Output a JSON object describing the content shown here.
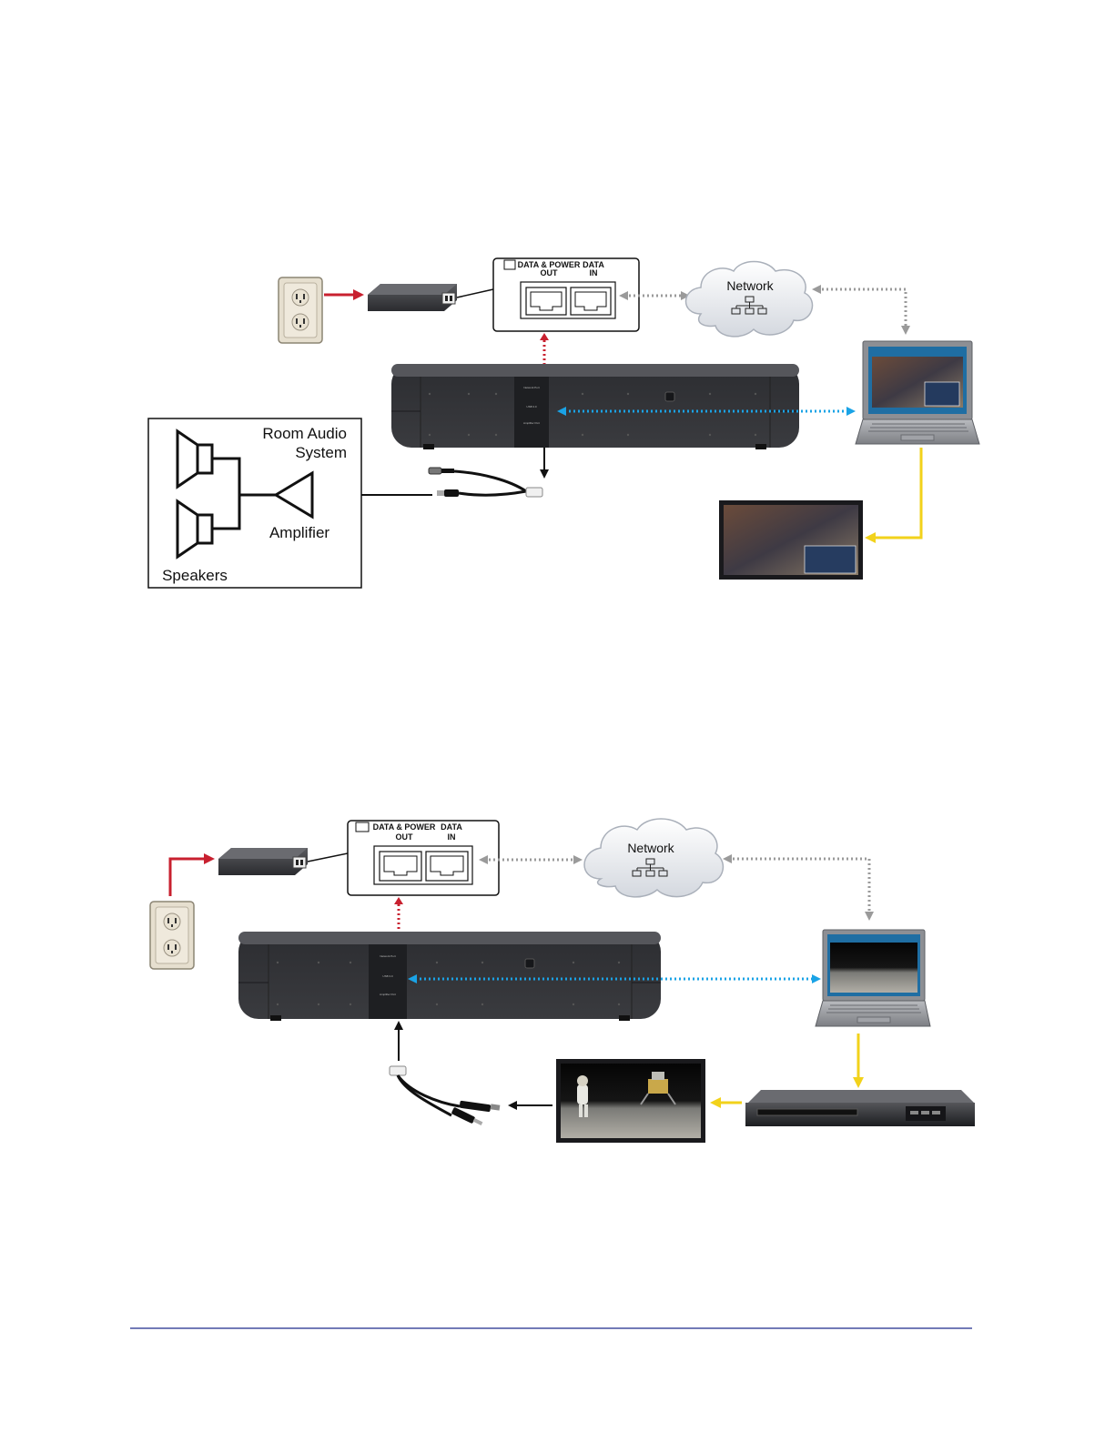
{
  "diagram1": {
    "port_panel": {
      "left_label_line1": "DATA & POWER",
      "left_label_line2": "OUT",
      "right_label_line1": "DATA",
      "right_label_line2": "IN"
    },
    "network_label": "Network",
    "room_audio_line1": "Room Audio",
    "room_audio_line2": "System",
    "amplifier_label": "Amplifier",
    "speakers_label": "Speakers"
  },
  "diagram2": {
    "port_panel": {
      "left_label_line1": "DATA & POWER",
      "left_label_line2": "OUT",
      "right_label_line1": "DATA",
      "right_label_line2": "IN"
    },
    "network_label": "Network"
  },
  "colors": {
    "power": "#c8202f",
    "network": "#9a9a9a",
    "usb": "#1aa3e6",
    "video": "#f2d21b",
    "audio": "#111111",
    "footer_rule": "#1f2a8c"
  },
  "icons": [
    "wall-outlet-icon",
    "poe-injector-icon",
    "network-cloud-icon",
    "laptop-icon",
    "display-icon",
    "speaker-icon",
    "amplifier-icon",
    "audio-cable-icon",
    "video-player-icon"
  ]
}
